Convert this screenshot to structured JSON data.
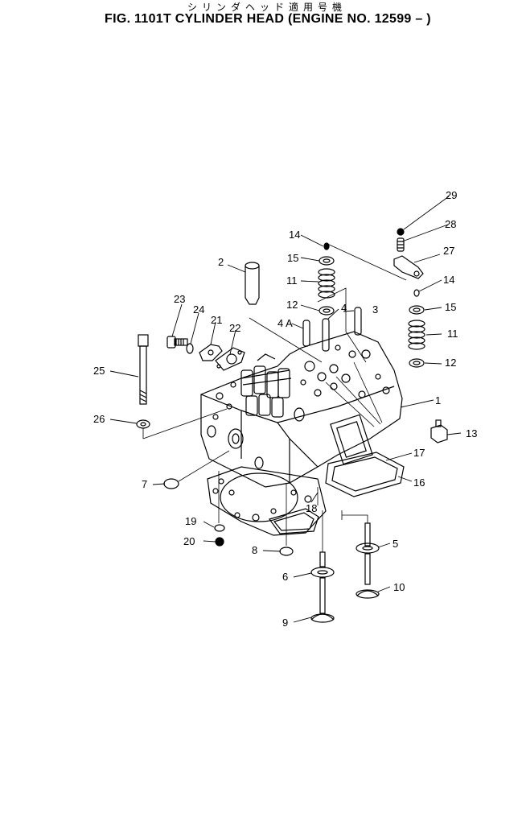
{
  "header": {
    "japanese_title": "シリンダヘッド適用号機",
    "figure_title": "FIG. 1101T  CYLINDER HEAD (ENGINE NO. 12599 – )"
  },
  "callouts": {
    "c1": "1",
    "c2": "2",
    "c3": "3",
    "c4": "4",
    "c4a": "4 A",
    "c5": "5",
    "c6": "6",
    "c7": "7",
    "c8": "8",
    "c9": "9",
    "c10": "10",
    "c11a": "11",
    "c11b": "11",
    "c12a": "12",
    "c12b": "12",
    "c13": "13",
    "c14a": "14",
    "c14b": "14",
    "c15a": "15",
    "c15b": "15",
    "c16": "16",
    "c17": "17",
    "c18": "18",
    "c19": "19",
    "c20": "20",
    "c21": "21",
    "c22": "22",
    "c23": "23",
    "c24": "24",
    "c25": "25",
    "c26": "26",
    "c27": "27",
    "c28": "28",
    "c29": "29"
  }
}
